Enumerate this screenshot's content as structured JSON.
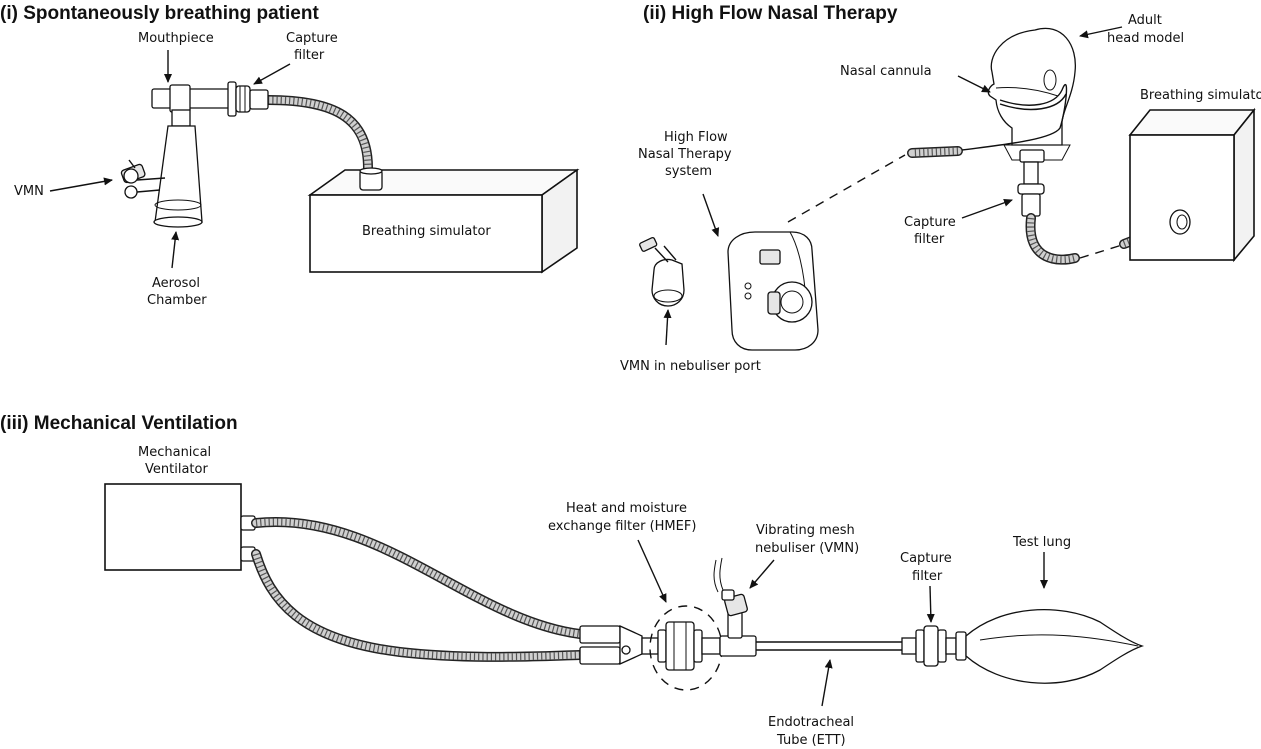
{
  "panels": {
    "spontaneous": {
      "title": "(i) Spontaneously breathing patient",
      "labels": {
        "mouthpiece": "Mouthpiece",
        "capture_filter_1": "Capture",
        "capture_filter_2": "filter",
        "vmn": "VMN",
        "aerosol_chamber_1": "Aerosol",
        "aerosol_chamber_2": "Chamber",
        "breathing_simulator": "Breathing simulator"
      }
    },
    "hfnt": {
      "title": "(ii) High Flow Nasal Therapy",
      "labels": {
        "adult_head_1": "Adult",
        "adult_head_2": "head model",
        "nasal_cannula": "Nasal cannula",
        "breathing_simulator": "Breathing simulator",
        "hfnt_system_1": "High Flow",
        "hfnt_system_2": "Nasal Therapy",
        "hfnt_system_3": "system",
        "capture_filter_1": "Capture",
        "capture_filter_2": "filter",
        "vmn_port": "VMN in nebuliser port"
      }
    },
    "mechanical": {
      "title": "(iii) Mechanical Ventilation",
      "labels": {
        "ventilator_1": "Mechanical",
        "ventilator_2": "Ventilator",
        "hmef_1": "Heat and moisture",
        "hmef_2": "exchange filter (HMEF)",
        "vmn_1": "Vibrating mesh",
        "vmn_2": "nebuliser (VMN)",
        "capture_filter_1": "Capture",
        "capture_filter_2": "filter",
        "test_lung": "Test lung",
        "ett_1": "Endotracheal",
        "ett_2": "Tube (ETT)"
      }
    }
  }
}
